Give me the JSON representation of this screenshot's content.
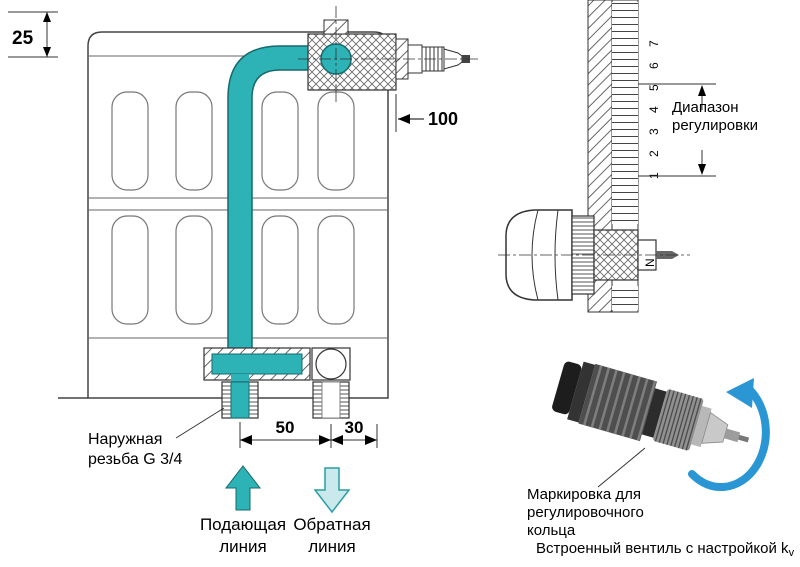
{
  "diagram": {
    "dims": {
      "d25": "25",
      "d100": "100",
      "d50": "50",
      "d30": "30"
    },
    "radiator": {
      "thread_label_1": "Наружная",
      "thread_label_2": "резьба G 3/4",
      "supply_1": "Подающая",
      "supply_2": "линия",
      "return_1": "Обратная",
      "return_2": "линия"
    },
    "detail": {
      "range_1": "Диапазон",
      "range_2": "регулировки",
      "scale_numbers": "1 2 3 4 5 6 7",
      "scale_n": "N"
    },
    "insert": {
      "marking_1": "Маркировка для",
      "marking_2": "регулировочного",
      "marking_3": "кольца",
      "caption": "Встроенный вентиль с настройкой k",
      "caption_sub": "v"
    },
    "colors": {
      "pipe_teal": "#2db3b6",
      "return_fill": "#c9e9ec",
      "rotation_blue": "#2a96d4"
    }
  }
}
